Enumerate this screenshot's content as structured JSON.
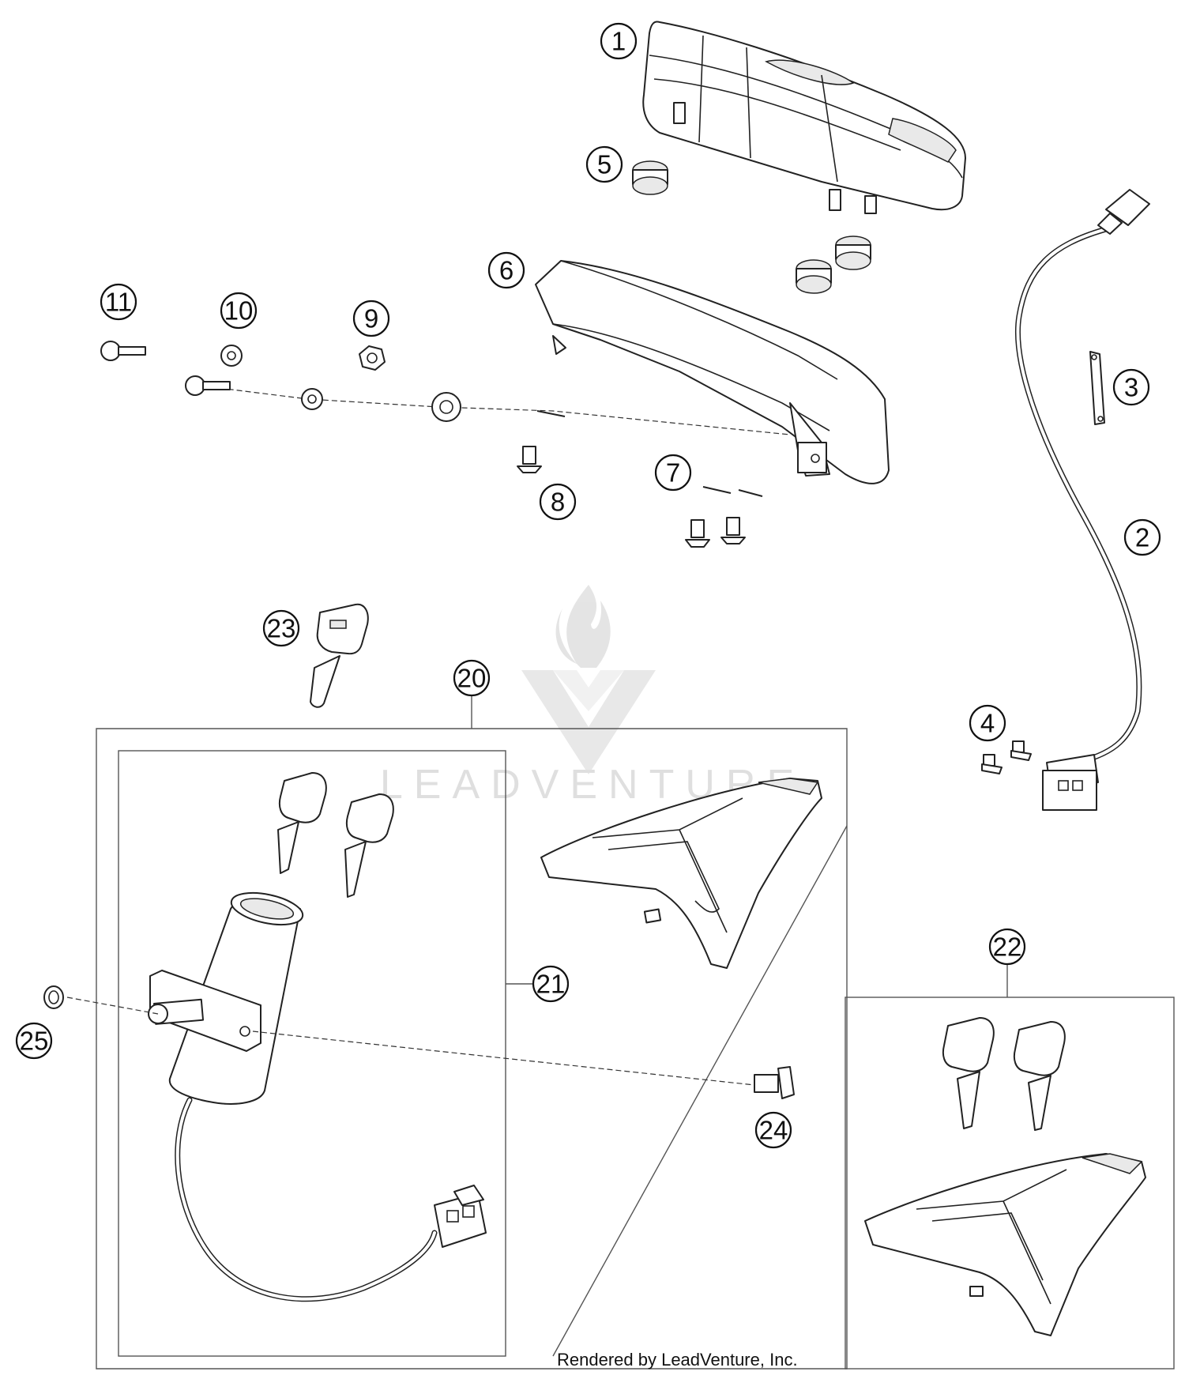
{
  "callouts": [
    {
      "id": "c1",
      "label": "1"
    },
    {
      "id": "c2",
      "label": "2"
    },
    {
      "id": "c3",
      "label": "3"
    },
    {
      "id": "c4",
      "label": "4"
    },
    {
      "id": "c5",
      "label": "5"
    },
    {
      "id": "c6",
      "label": "6"
    },
    {
      "id": "c7",
      "label": "7"
    },
    {
      "id": "c8",
      "label": "8"
    },
    {
      "id": "c9",
      "label": "9"
    },
    {
      "id": "c10",
      "label": "10"
    },
    {
      "id": "c11",
      "label": "11"
    },
    {
      "id": "c20",
      "label": "20"
    },
    {
      "id": "c21",
      "label": "21"
    },
    {
      "id": "c22",
      "label": "22"
    },
    {
      "id": "c23",
      "label": "23"
    },
    {
      "id": "c24",
      "label": "24"
    },
    {
      "id": "c25",
      "label": "25"
    }
  ],
  "watermark": {
    "text": "LEADVENTURE"
  },
  "credit": {
    "text": "Rendered by LeadVenture, Inc."
  }
}
